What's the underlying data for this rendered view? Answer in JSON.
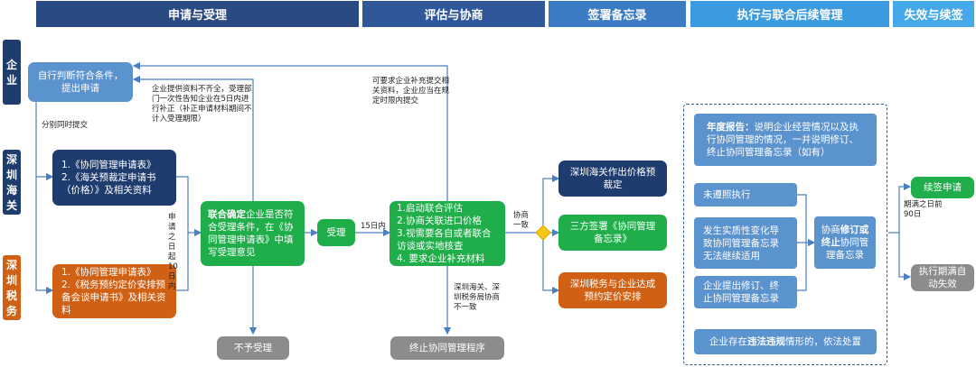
{
  "headers": {
    "apply": "申请与受理",
    "assess": "评估与协商",
    "sign": "签署备忘录",
    "execute": "执行与联合后续管理",
    "expire": "失效与续签"
  },
  "lanes": {
    "enterprise": "企业",
    "customs": "深圳海关",
    "tax": "深圳税务"
  },
  "boxes": {
    "self_judge": "自行判断符合条件，提出申请",
    "customs_docs_1": "1.《协同管理申请表》",
    "customs_docs_2": "2.《海关预裁定申请书（价格）》及相关资料",
    "tax_docs_1": "1.《协同管理申请表》",
    "tax_docs_2": "2.《税务预约定价安排预备会谈申请书》及相关资料",
    "joint_confirm_bold": "联合确定",
    "joint_confirm_rest": "企业是否符合受理条件，在《协同管理申请表》中填写受理意见",
    "accept": "受理",
    "assess_1": "1.启动联合评估",
    "assess_2": "2.协商关联进口价格",
    "assess_3": "3.视需要各自或者联合访谈或实地核查",
    "assess_4": "4. 要求企业补充材料",
    "customs_ruling": "深圳海关作出价格预裁定",
    "tripartite": "三方签署《协同管理备忘录》",
    "tax_apa": "深圳税务与企业达成预约定价安排",
    "annual_bold": "年度报告：",
    "annual_rest": "说明企业经营情况以及执行协同管理的情况，一并说明修订、终止协同管理备忘录（如有）",
    "not_followed": "未遵照执行",
    "material_change": "发生实质性变化导致协同管理备忘录无法继续适用",
    "enterprise_revise": "企业提出修订、终止协同管理备忘录",
    "negotiate_a": "协商",
    "negotiate_b": "修订",
    "negotiate_c": "或终止",
    "negotiate_d": "协同管理备忘录",
    "violation_a": "企业存在",
    "violation_b": "违法违规",
    "violation_c": "情形的，依法处置",
    "renew": "续签申请",
    "expire_auto": "执行期满自动失效",
    "reject": "不予受理",
    "terminate": "终止协同管理程序"
  },
  "notes": {
    "submit_simul": "分别同时提交",
    "incomplete": "企业提供资料不齐全，受理部门一次性告知企业在5日内进行补正（补正申请材料期间不计入受理期限）",
    "supplement": "可要求企业补充提交相关资料，企业应当在规定时限内提交",
    "ten_days": "申请之日起10日内",
    "fifteen_days": "15日内",
    "consensus": "协商一致",
    "disagree": "深圳海关、深圳税务局协商不一致",
    "expire_90": "期满之日前90日"
  },
  "colors": {
    "navy": "#1f3c6e",
    "light_blue": "#5b93cf",
    "green": "#1fae4a",
    "orange": "#d06114",
    "gray": "#8c8c8c",
    "diamond": "#f5c518"
  }
}
